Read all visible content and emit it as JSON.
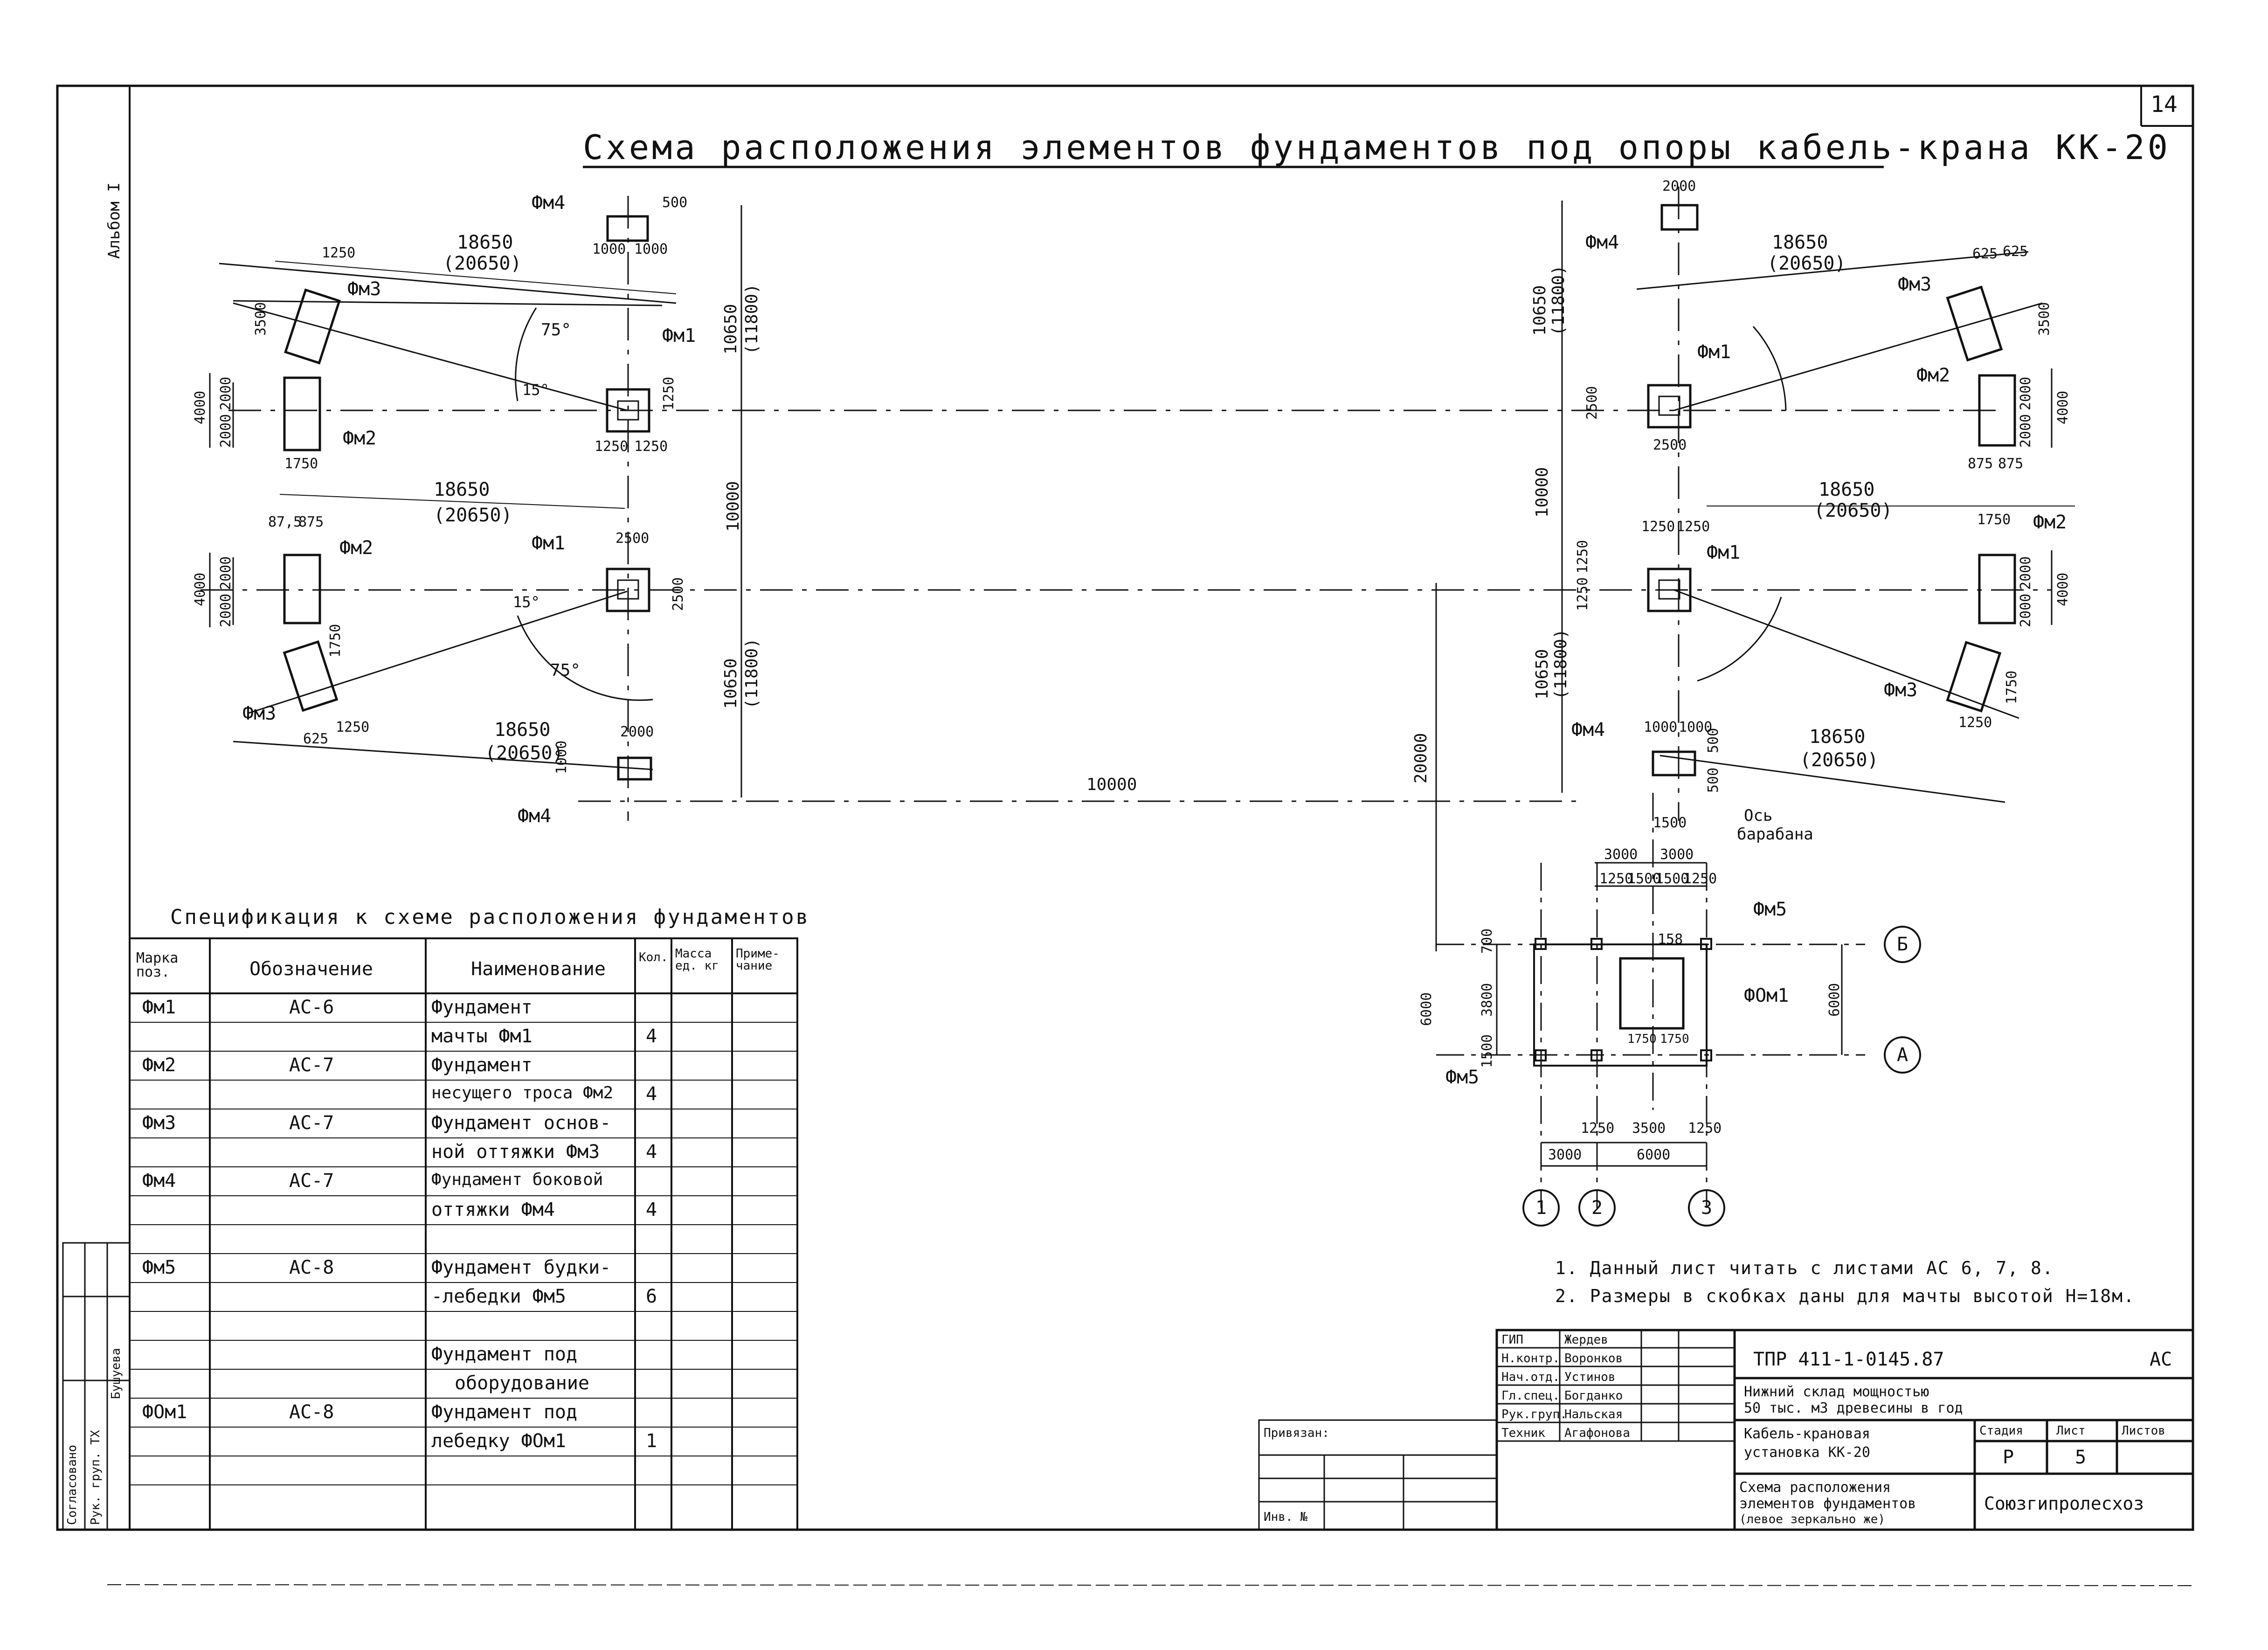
{
  "sheet_number": "14",
  "album_label": "Альбом I",
  "title": "Схема расположения элементов фундаментов под опоры кабель-крана КК-20",
  "left_scheme": {
    "fm4_top": {
      "mark": "Фм4",
      "dims": [
        "1000",
        "1000",
        "500"
      ]
    },
    "fm3_top": {
      "mark": "Фм3",
      "dims": [
        "1250",
        "3500"
      ]
    },
    "fm2_top": {
      "mark": "Фм2",
      "dims": [
        "4000",
        "2000",
        "2000",
        "1750"
      ]
    },
    "fm1_top": {
      "mark": "Фм1",
      "dims": [
        "1250",
        "1250",
        "1250"
      ]
    },
    "span_top": "18650",
    "span_top_alt": "(20650)",
    "angle_75": "75°",
    "angle_15": "15°",
    "vert_top": "10650",
    "vert_top_alt": "(11800)",
    "vert_mid": "10000",
    "vert_bot": "10650",
    "vert_bot_alt": "(11800)",
    "span_mid": "18650",
    "span_mid_alt": "(20650)",
    "dims_mid": [
      "87,5",
      "875"
    ],
    "fm2_bot": {
      "mark": "Фм2",
      "dims": [
        "4000",
        "2000",
        "2000"
      ]
    },
    "fm1_bot": {
      "mark": "Фм1",
      "dims": [
        "2500",
        "2500"
      ]
    },
    "fm3_bot": {
      "mark": "Фм3",
      "dims": [
        "625",
        "1250",
        "1750"
      ]
    },
    "span_bot": "18650",
    "span_bot_alt": "(20650)",
    "fm4_bot": {
      "mark": "Фм4",
      "dims": [
        "2000",
        "1000"
      ]
    }
  },
  "right_scheme": {
    "fm4_top": {
      "mark": "Фм4",
      "dims": [
        "2000"
      ]
    },
    "fm3_top": {
      "mark": "Фм3",
      "dims": [
        "625",
        "625",
        "3500"
      ]
    },
    "fm2_top": {
      "mark": "Фм2",
      "dims": [
        "4000",
        "2000",
        "2000",
        "875",
        "875"
      ]
    },
    "fm1_top": {
      "mark": "Фм1",
      "dims": [
        "2500",
        "2500"
      ]
    },
    "span_top": "18650",
    "span_top_alt": "(20650)",
    "vert_top": "10650",
    "vert_top_alt": "(11800)",
    "vert_mid": "10000",
    "span_mid": "18650",
    "span_mid_alt": "(20650)",
    "fm1_bot": {
      "mark": "Фм1",
      "dims": [
        "1250",
        "1250",
        "1250",
        "1250"
      ]
    },
    "fm2_bot": {
      "mark": "Фм2",
      "dims": [
        "1750",
        "4000",
        "2000",
        "2000"
      ]
    },
    "fm3_bot": {
      "mark": "Фм3",
      "dims": [
        "1250",
        "1750"
      ]
    },
    "vert_bot": "10650",
    "vert_bot_alt": "(11800)",
    "fm4_bot": {
      "mark": "Фм4",
      "dims": [
        "1000",
        "1000",
        "500",
        "500"
      ]
    },
    "span_bot": "18650",
    "span_bot_alt": "(20650)",
    "span_between": "10000",
    "vert_20000": "20000"
  },
  "winch": {
    "axis_label_1": "Ось",
    "axis_label_2": "барабана",
    "dim_1500": "1500",
    "dims_top": [
      "3000",
      "3000"
    ],
    "dims_top2": [
      "1250",
      "1500",
      "1500",
      "1250"
    ],
    "fm5_top": "Фм5",
    "fm5_bot": "Фм5",
    "fom1": "ФОм1",
    "dim_158": "158",
    "left_dims": [
      "6000",
      "700",
      "3800",
      "1500"
    ],
    "right_dim": "6000",
    "inner_dims": [
      "1750",
      "1750"
    ],
    "bottom_dims": [
      "1250",
      "3500",
      "1250"
    ],
    "bottom_dims2": [
      "3000",
      "6000"
    ],
    "axis_b": "Б",
    "axis_a": "А",
    "axis_1": "1",
    "axis_2": "2",
    "axis_3": "3"
  },
  "notes": [
    "1. Данный лист читать с листами АС 6, 7, 8.",
    "2. Размеры в скобках даны для мачты высотой Н=18м."
  ],
  "spec": {
    "title": "Спецификация к схеме расположения фундаментов",
    "headers": [
      "Марка поз.",
      "Обозначение",
      "Наименование",
      "Кол.",
      "Масса ед. кг",
      "Приме- чание"
    ],
    "rows": [
      {
        "mark": "Фм1",
        "code": "АС-6",
        "name1": "Фундамент",
        "name2": "мачты Фм1",
        "qty": "4"
      },
      {
        "mark": "Фм2",
        "code": "АС-7",
        "name1": "Фундамент",
        "name2": "несущего троса Фм2",
        "qty": "4"
      },
      {
        "mark": "Фм3",
        "code": "АС-7",
        "name1": "Фундамент основ-",
        "name2": "ной оттяжки Фм3",
        "qty": "4"
      },
      {
        "mark": "Фм4",
        "code": "АС-7",
        "name1": "Фундамент боковой",
        "name2": "оттяжки Фм4",
        "qty": "4"
      },
      {
        "mark": "Фм5",
        "code": "АС-8",
        "name1": "Фундамент будки-",
        "name2": "-лебедки Фм5",
        "qty": "6"
      },
      {
        "mark": "",
        "code": "",
        "name1": "Фундамент под",
        "name2": "оборудование",
        "qty": ""
      },
      {
        "mark": "ФОм1",
        "code": "АС-8",
        "name1": "Фундамент под",
        "name2": "лебедку ФОм1",
        "qty": "1"
      }
    ]
  },
  "stamp": {
    "code": "ТПР 411-1-0145.87",
    "section": "АС",
    "roles": [
      "ГИП",
      "Н.контр.",
      "Нач.отд.",
      "Гл.спец.",
      "Рук.груп.",
      "Техник"
    ],
    "names": [
      "Жердев",
      "Воронков",
      "Устинов",
      "Богданко",
      "Нальская",
      "Агафонова"
    ],
    "object_1": "Нижний склад мощностью",
    "object_2": "50 тыс. м3 древесины в год",
    "sheet_name_1": "Кабель-крановая",
    "sheet_name_2": "установка КК-20",
    "stage_head": "Стадия",
    "sheet_head": "Лист",
    "sheets_head": "Листов",
    "stage": "Р",
    "sheet": "5",
    "desc_1": "Схема расположения",
    "desc_2": "элементов фундаментов",
    "desc_3": "(левое зеркально же)",
    "org": "Союзгипролесхоз",
    "used_label": "Привязан:",
    "inv_label": "Инв. №"
  },
  "side_stamp": {
    "label_1": "Согласовано",
    "label_2": "Рук. груп. ТХ",
    "label_3": "Бушуева"
  }
}
